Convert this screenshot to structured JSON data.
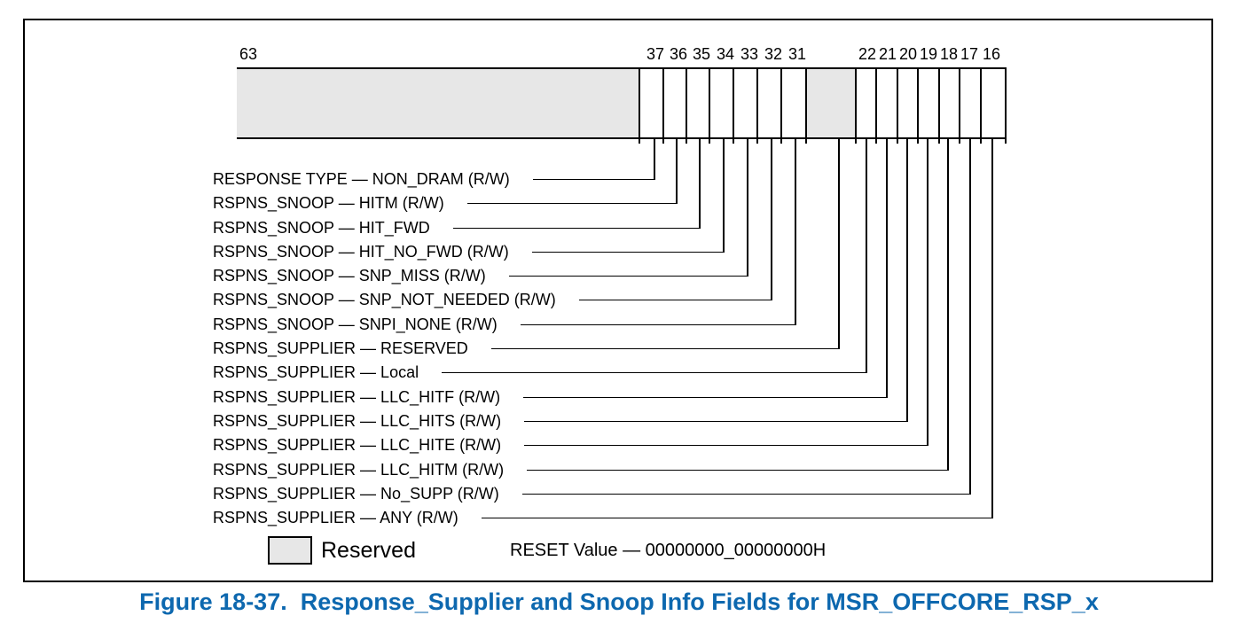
{
  "figure": {
    "caption": "Figure 18-37.  Response_Supplier and Snoop Info Fields for MSR_OFFCORE_RSP_x"
  },
  "register": {
    "msb_bit_label": "63",
    "upper_bit_labels": [
      "37",
      "36",
      "35",
      "34",
      "33",
      "32",
      "31"
    ],
    "lower_bit_labels": [
      "22",
      "21",
      "20",
      "19",
      "18",
      "17",
      "16"
    ]
  },
  "fields": [
    {
      "label": "RESPONSE TYPE — NON_DRAM (R/W)",
      "connects_to": "bit 37"
    },
    {
      "label": "RSPNS_SNOOP — HITM (R/W)",
      "connects_to": "bit 36"
    },
    {
      "label": "RSPNS_SNOOP — HIT_FWD",
      "connects_to": "bit 35"
    },
    {
      "label": "RSPNS_SNOOP — HIT_NO_FWD (R/W)",
      "connects_to": "bit 34"
    },
    {
      "label": "RSPNS_SNOOP — SNP_MISS (R/W)",
      "connects_to": "bit 33"
    },
    {
      "label": "RSPNS_SNOOP — SNP_NOT_NEEDED (R/W)",
      "connects_to": "bit 32"
    },
    {
      "label": "RSPNS_SNOOP — SNPI_NONE (R/W)",
      "connects_to": "bit 31"
    },
    {
      "label": "RSPNS_SUPPLIER — RESERVED",
      "connects_to": "reserved region"
    },
    {
      "label": "RSPNS_SUPPLIER — Local",
      "connects_to": "bit 22"
    },
    {
      "label": "RSPNS_SUPPLIER — LLC_HITF (R/W)",
      "connects_to": "bit 21"
    },
    {
      "label": "RSPNS_SUPPLIER — LLC_HITS (R/W)",
      "connects_to": "bit 20"
    },
    {
      "label": "RSPNS_SUPPLIER — LLC_HITE (R/W)",
      "connects_to": "bit 19"
    },
    {
      "label": "RSPNS_SUPPLIER — LLC_HITM (R/W)",
      "connects_to": "bit 18"
    },
    {
      "label": "RSPNS_SUPPLIER — No_SUPP (R/W)",
      "connects_to": "bit 17"
    },
    {
      "label": "RSPNS_SUPPLIER — ANY (R/W)",
      "connects_to": "bit 16"
    }
  ],
  "legend": {
    "reserved_label": "Reserved"
  },
  "reset_value_text": "RESET Value — 00000000_00000000H",
  "colors": {
    "reserved_fill": "#e7e7e7",
    "caption_blue": "#0d68af",
    "line_black": "#000000"
  }
}
